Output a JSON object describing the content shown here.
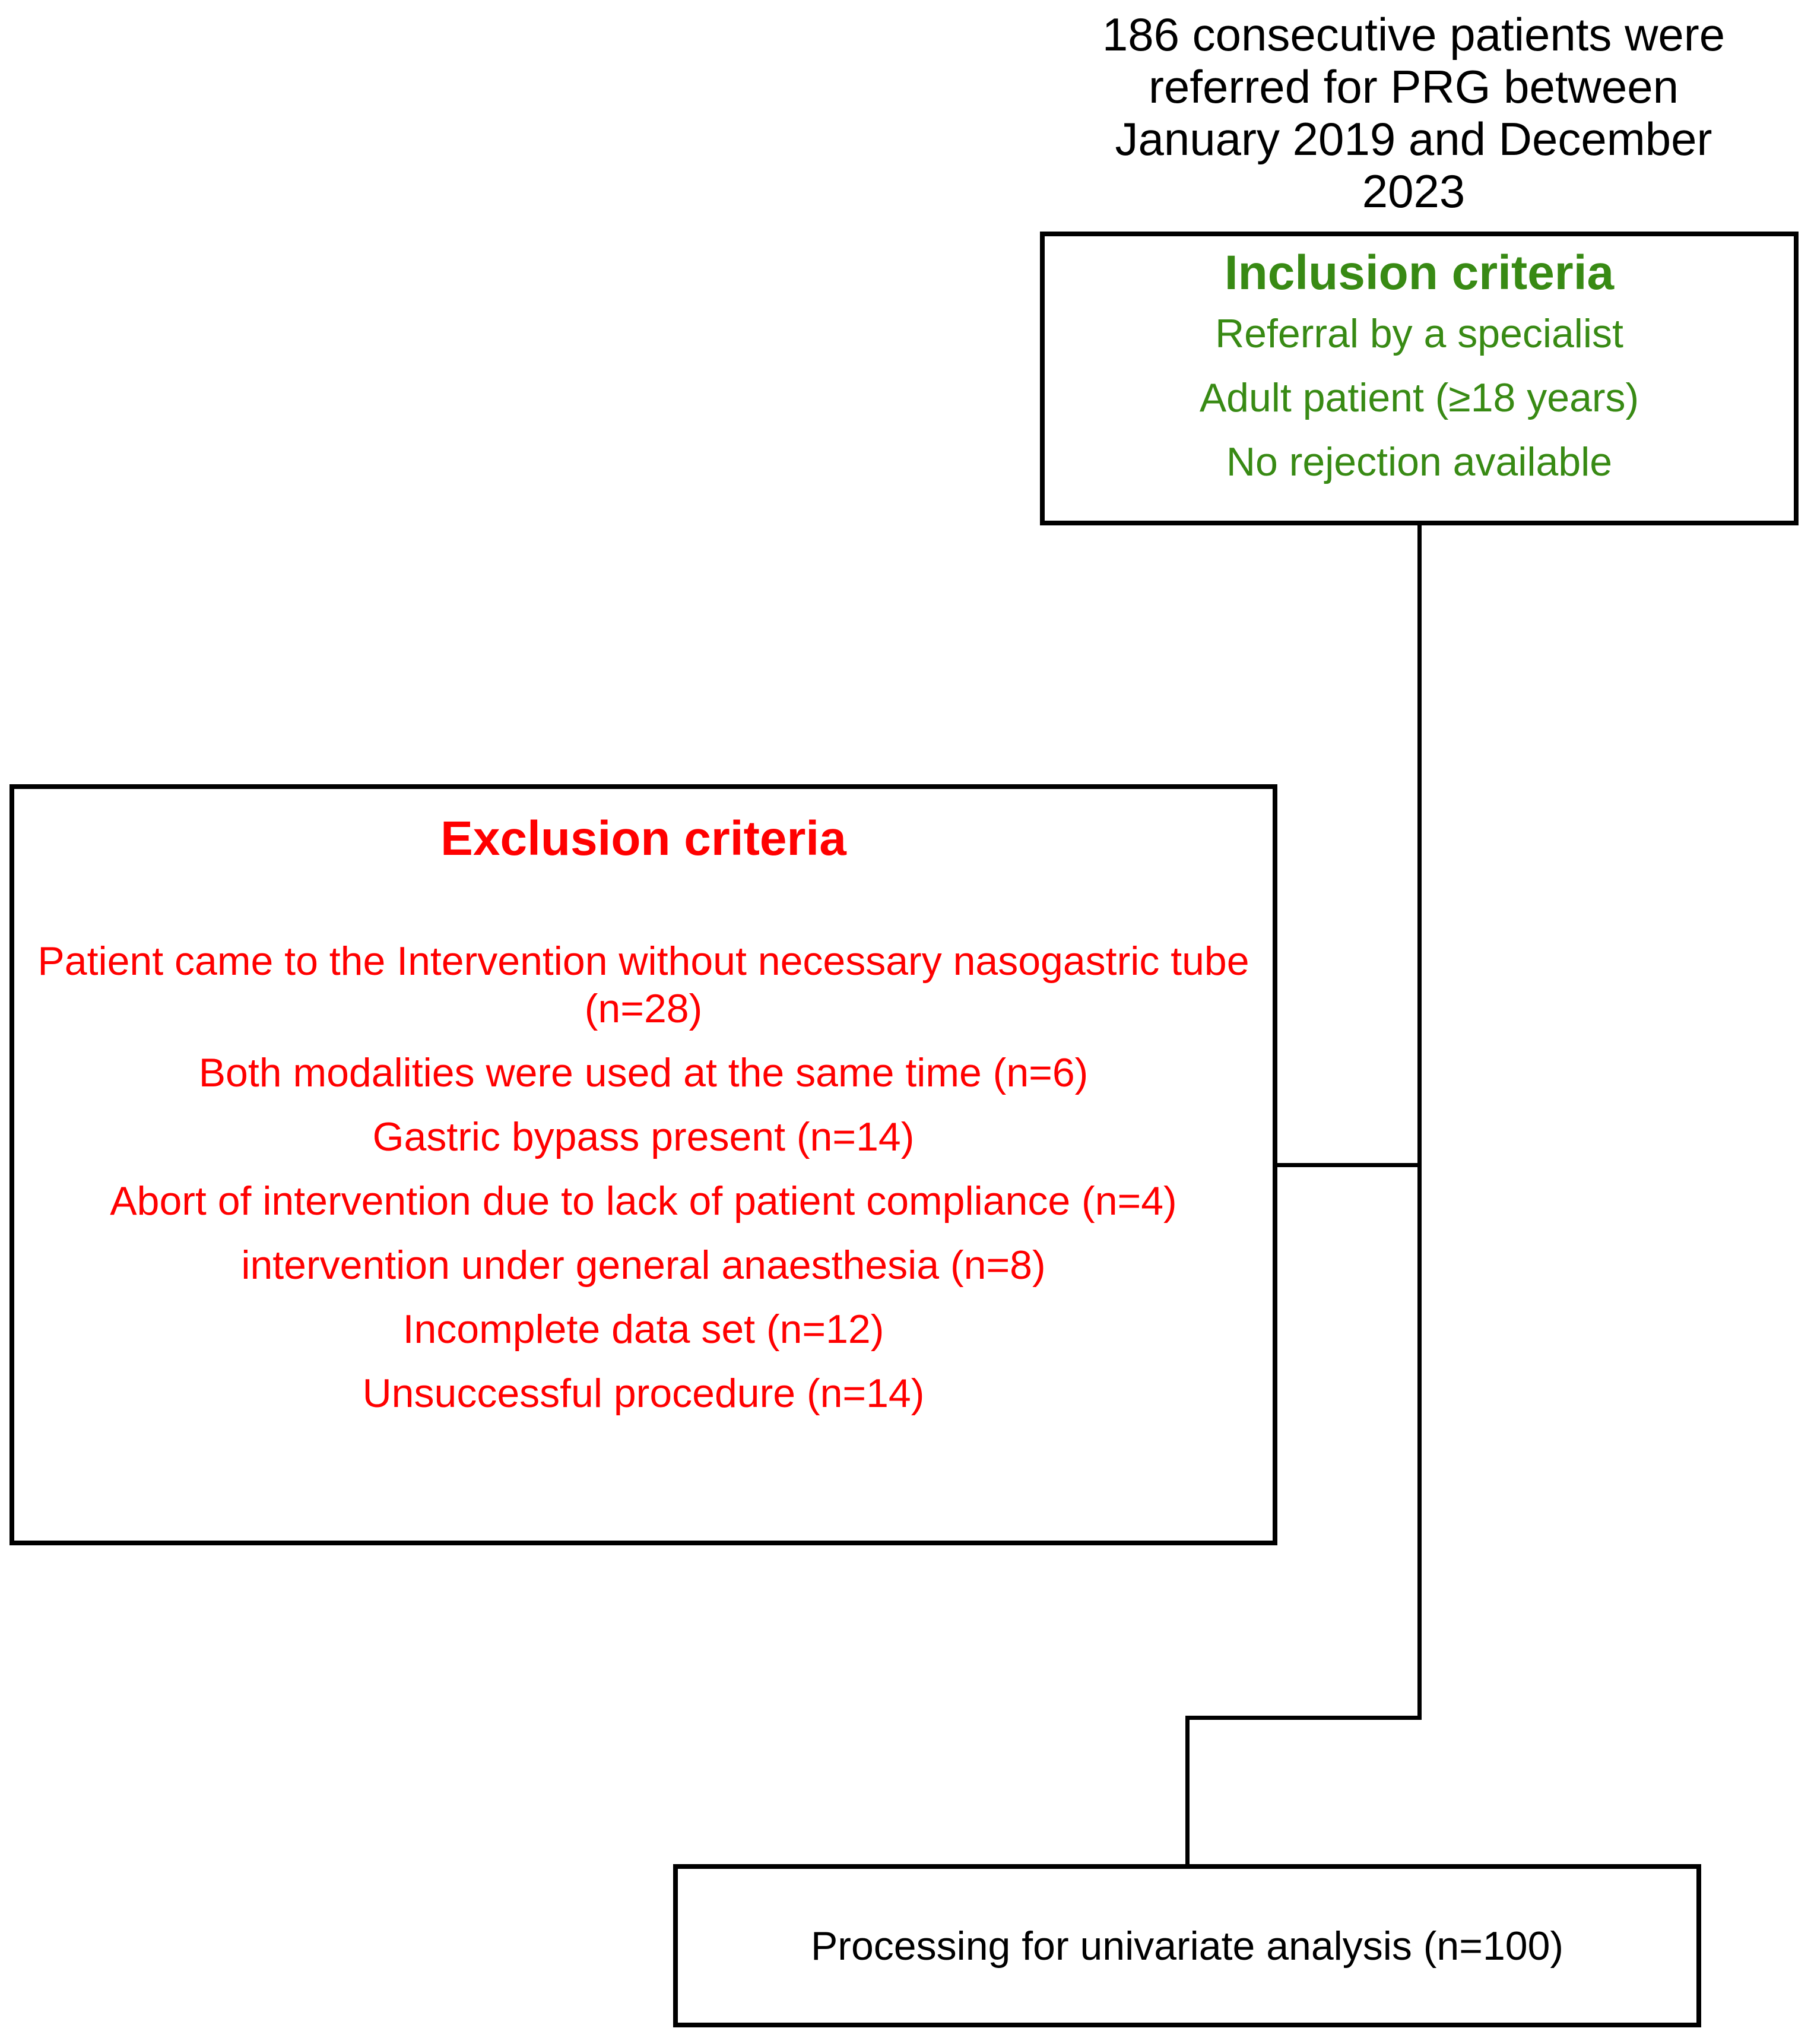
{
  "colors": {
    "green": "#388a14",
    "red": "#ff0000",
    "black": "#000000",
    "background": "#ffffff"
  },
  "header": {
    "text": "186 consecutive patients were\nreferred for PRG between\nJanuary 2019 and December\n2023"
  },
  "inclusion_box": {
    "title": "Inclusion criteria",
    "items": [
      "Referral by a specialist",
      "Adult patient (≥18 years)",
      "No rejection available"
    ]
  },
  "exclusion_box": {
    "title": "Exclusion criteria",
    "items": [
      "Patient came to the Intervention without necessary nasogastric tube (n=28)",
      "Both modalities were used at the same time (n=6)",
      "Gastric bypass present (n=14)",
      "Abort of intervention due to lack of patient compliance (n=4)",
      "intervention under general anaesthesia (n=8)",
      "Incomplete data set (n=12)",
      "Unsuccessful procedure (n=14)"
    ]
  },
  "outcome_box": {
    "label": "Processing for univariate analysis (n=100)"
  }
}
